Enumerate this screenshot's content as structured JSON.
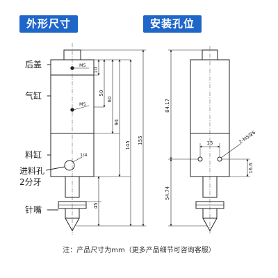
{
  "headings": {
    "outline": "外形尺寸",
    "mounting": "安装孔位"
  },
  "outline_view": {
    "part_labels": [
      {
        "key": "rear_cap",
        "text": "后盖"
      },
      {
        "key": "cylinder",
        "text": "气缸"
      },
      {
        "key": "material_cylinder",
        "text": "料缸"
      },
      {
        "key": "inlet",
        "text": "进料孔"
      },
      {
        "key": "thread",
        "text": "2分牙"
      },
      {
        "key": "needle",
        "text": "针嘴"
      }
    ],
    "hole_callouts": [
      {
        "key": "cap_hole",
        "text": "M5"
      },
      {
        "key": "cylinder_hole",
        "text": "M5"
      },
      {
        "key": "inlet_hole",
        "text": "1/4"
      }
    ],
    "dimensions": [
      {
        "key": "cap",
        "text": "10"
      },
      {
        "key": "air_upper",
        "text": "50"
      },
      {
        "key": "air_full",
        "text": "60"
      },
      {
        "key": "to_inlet",
        "text": "94"
      },
      {
        "key": "to_thread",
        "text": "145"
      },
      {
        "key": "overall",
        "text": "155"
      },
      {
        "key": "needle",
        "text": "45"
      }
    ]
  },
  "mounting_view": {
    "dimensions": [
      {
        "key": "upper",
        "text": "84.17"
      },
      {
        "key": "spacing",
        "text": "15"
      },
      {
        "key": "hole_callout",
        "text": "2-M5深6"
      },
      {
        "key": "hole_offset",
        "text": "16.6"
      },
      {
        "key": "lower",
        "text": "54.74"
      }
    ]
  },
  "footnote": "注：产品尺寸为mm（更多产品细节可咨询客服）",
  "colors": {
    "heading_bg": "#1f66c9",
    "line": "#222222",
    "centerline": "#666666"
  }
}
